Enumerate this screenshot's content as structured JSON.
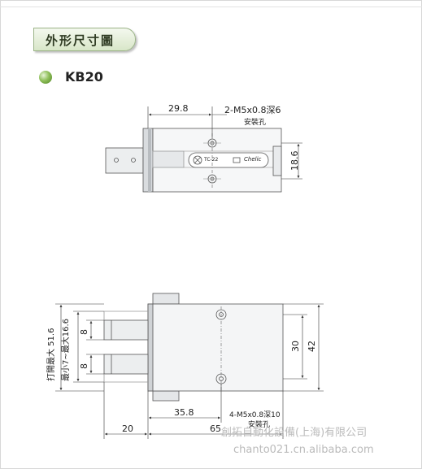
{
  "section": {
    "title": "外形尺寸圖"
  },
  "model": {
    "name": "KB20"
  },
  "top_view": {
    "dim_width": "29.8",
    "hole_note_line1": "2-M5x0.8深6",
    "hole_note_line2": "安裝孔",
    "dim_height": "18.6",
    "plate_label": "TC-22",
    "brand_mark": "Chelic"
  },
  "front_view": {
    "dim_open": "打開最大 51.6",
    "dim_range": "最小7~最大16.6",
    "dim_jaw_top": "8",
    "dim_jaw_bottom": "8",
    "dim_inner": "30",
    "dim_outer": "42",
    "dim_body": "35.8",
    "dim_total": "65",
    "dim_left": "20",
    "hole_note_line1": "4-M5x0.8深10",
    "hole_note_line2": "安裝孔"
  },
  "watermark": {
    "line1": "創拓自動化設備(上海)有限公司",
    "line2": "chanto021.cn.alibaba.com"
  }
}
